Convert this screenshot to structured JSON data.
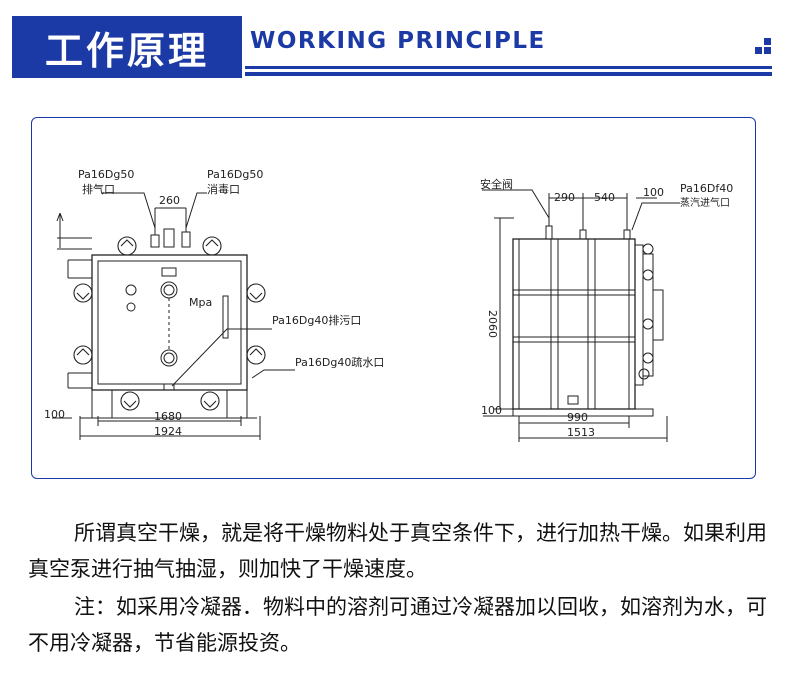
{
  "header": {
    "title_cn": "工作原理",
    "title_en": "WORKING PRINCIPLE",
    "accent_color": "#1c3aa5"
  },
  "diagram": {
    "front_view": {
      "label_exhaust_spec": "Pa16Dg50",
      "label_exhaust": "排气口",
      "label_disinfect_spec": "Pa16Dg50",
      "label_disinfect": "消毒口",
      "dim_260": "260",
      "label_mpa": "Mpa",
      "label_sewage": "Pa16Dg40排污口",
      "label_drain": "Pa16Dg40疏水口",
      "dim_100": "100",
      "dim_1680": "1680",
      "dim_1924": "1924"
    },
    "side_view": {
      "label_safety_valve": "安全阀",
      "dim_290": "290",
      "dim_540": "540",
      "dim_100_top": "100",
      "label_steam_spec": "Pa16Df40",
      "label_steam": "蒸汽进气口",
      "dim_2060": "2060",
      "dim_100_bottom": "100",
      "dim_990": "990",
      "dim_1513": "1513"
    }
  },
  "description": {
    "paragraph1": "所谓真空干燥，就是将干燥物料处于真空条件下，进行加热干燥。如果利用真空泵进行抽气抽湿，则加快了干燥速度。",
    "paragraph2": "注：如采用冷凝器．物料中的溶剂可通过冷凝器加以回收，如溶剂为水，可不用冷凝器，节省能源投资。"
  }
}
